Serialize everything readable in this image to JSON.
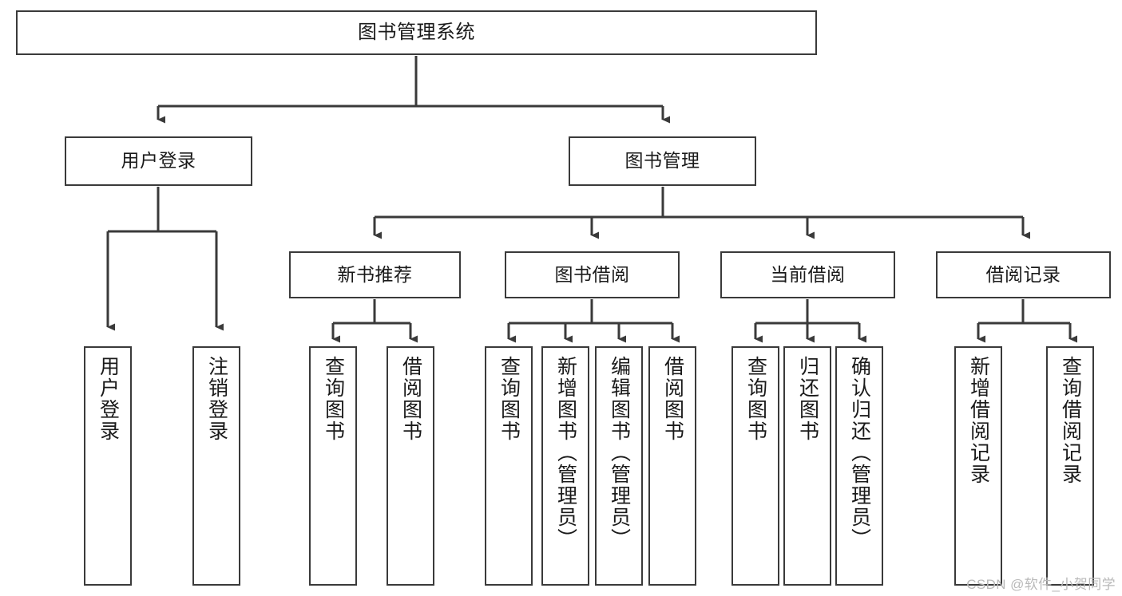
{
  "diagram": {
    "title": "图书管理系统",
    "type": "tree-hierarchy-chart",
    "colors": {
      "box_border": "#3a3a3a",
      "box_fill": "#ffffff",
      "connector": "#3a3a3a",
      "text": "#1a1a1a",
      "watermark": "#b9b9b9",
      "background": "#ffffff"
    },
    "root": {
      "label": "图书管理系统"
    },
    "level2": [
      {
        "id": "user-login",
        "label": "用户登录"
      },
      {
        "id": "book-management",
        "label": "图书管理"
      }
    ],
    "level3": [
      {
        "id": "new-book-recommend",
        "label": "新书推荐"
      },
      {
        "id": "book-borrow",
        "label": "图书借阅"
      },
      {
        "id": "current-borrow",
        "label": "当前借阅"
      },
      {
        "id": "borrow-record",
        "label": "借阅记录"
      }
    ],
    "leaves": {
      "user_login": [
        {
          "id": "leaf-user-login",
          "label": "用户登录"
        },
        {
          "id": "leaf-logout-login",
          "label": "注销登录"
        }
      ],
      "new_book_recommend": [
        {
          "id": "leaf-query-book-1",
          "label": "查询图书"
        },
        {
          "id": "leaf-borrow-book-1",
          "label": "借阅图书"
        }
      ],
      "book_borrow": [
        {
          "id": "leaf-query-book-2",
          "label": "查询图书"
        },
        {
          "id": "leaf-add-book",
          "label": "新增图书（管理员）"
        },
        {
          "id": "leaf-edit-book",
          "label": "编辑图书（管理员）"
        },
        {
          "id": "leaf-borrow-book-2",
          "label": "借阅图书"
        }
      ],
      "current_borrow": [
        {
          "id": "leaf-query-book-3",
          "label": "查询图书"
        },
        {
          "id": "leaf-return-book",
          "label": "归还图书"
        },
        {
          "id": "leaf-confirm-return",
          "label": "确认归还（管理员）"
        }
      ],
      "borrow_record": [
        {
          "id": "leaf-add-borrow-record",
          "label": "新增借阅记录"
        },
        {
          "id": "leaf-query-borrow-record",
          "label": "查询借阅记录"
        }
      ]
    }
  },
  "watermark": {
    "text": "CSDN @软件_小贺同学"
  }
}
